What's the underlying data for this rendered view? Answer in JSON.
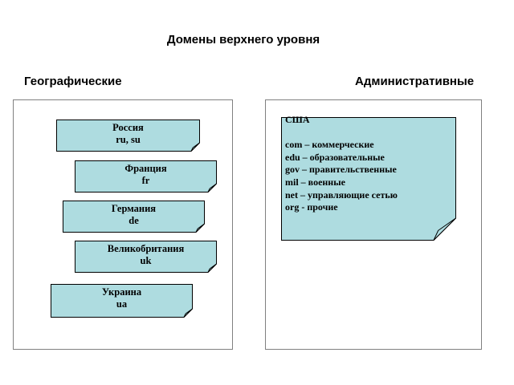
{
  "title": "Домены верхнего уровня",
  "geographic": {
    "heading": "Географические",
    "items": [
      {
        "name": "Россия",
        "code": "ru, su"
      },
      {
        "name": "Франция",
        "code": "fr"
      },
      {
        "name": "Германия",
        "code": "de"
      },
      {
        "name": "Великобритания",
        "code": "uk"
      },
      {
        "name": "Украина",
        "code": "ua"
      }
    ]
  },
  "administrative": {
    "heading": "Административные",
    "usa": {
      "title": "США",
      "lines": [
        "",
        "com – коммерческие",
        "edu – образовательные",
        "gov – правительственные",
        "mil – военные",
        "net – управляющие сетью",
        "org - прочие"
      ]
    }
  },
  "colors": {
    "note_fill": "#aedce0",
    "note_stroke": "#000000",
    "panel_border": "#808080"
  }
}
